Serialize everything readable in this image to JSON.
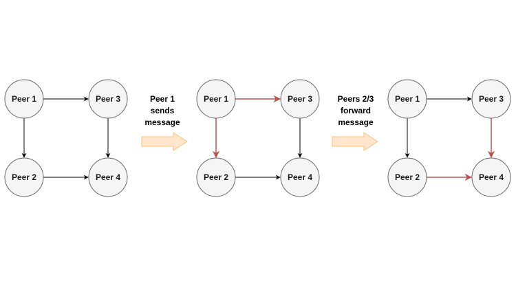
{
  "peers": [
    "Peer 1",
    "Peer 2",
    "Peer 3",
    "Peer 4"
  ],
  "colors": {
    "node_fill": "#f5f5f5",
    "node_stroke": "#666666",
    "edge_default": "#000000",
    "edge_active": "#b85450",
    "arrow_fill": "#ffe6cc",
    "arrow_stroke": "#f5c27a"
  },
  "panels": [
    {
      "edges": [
        {
          "from": "Peer 1",
          "to": "Peer 3",
          "active": false
        },
        {
          "from": "Peer 1",
          "to": "Peer 2",
          "active": false
        },
        {
          "from": "Peer 3",
          "to": "Peer 4",
          "active": false
        },
        {
          "from": "Peer 2",
          "to": "Peer 4",
          "active": false
        }
      ]
    },
    {
      "edges": [
        {
          "from": "Peer 1",
          "to": "Peer 3",
          "active": true
        },
        {
          "from": "Peer 1",
          "to": "Peer 2",
          "active": true
        },
        {
          "from": "Peer 3",
          "to": "Peer 4",
          "active": false
        },
        {
          "from": "Peer 2",
          "to": "Peer 4",
          "active": false
        }
      ]
    },
    {
      "edges": [
        {
          "from": "Peer 1",
          "to": "Peer 3",
          "active": false
        },
        {
          "from": "Peer 1",
          "to": "Peer 2",
          "active": false
        },
        {
          "from": "Peer 3",
          "to": "Peer 4",
          "active": true
        },
        {
          "from": "Peer 2",
          "to": "Peer 4",
          "active": true
        }
      ]
    }
  ],
  "transitions": [
    {
      "lines": [
        "Peer 1",
        "sends",
        "message"
      ]
    },
    {
      "lines": [
        "Peers 2/3",
        "forward",
        "message"
      ]
    }
  ]
}
